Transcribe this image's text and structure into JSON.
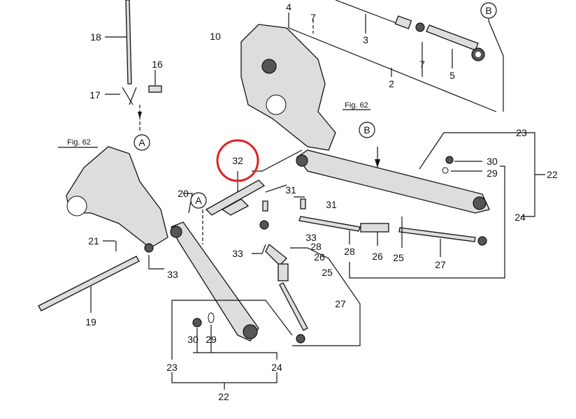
{
  "title": "Three-point hitch parts diagram",
  "labels": [
    "4",
    "7",
    "3",
    "2",
    "7",
    "5",
    "B",
    "10",
    "18",
    "16",
    "17",
    "A",
    "Fig. 62",
    "Fig. 62",
    "B",
    "23",
    "22",
    "30",
    "29",
    "24",
    "32",
    "31",
    "31",
    "20",
    "A",
    "33",
    "33",
    "28",
    "28",
    "26",
    "25",
    "27",
    "26",
    "25",
    "27",
    "21",
    "33",
    "19",
    "30",
    "29",
    "23",
    "24",
    "22"
  ],
  "highlight_color": "#e02020"
}
